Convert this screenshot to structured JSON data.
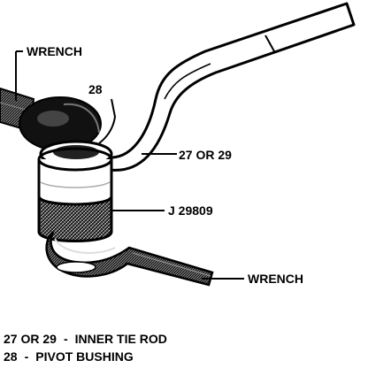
{
  "diagram": {
    "callouts": {
      "wrench_top": "WRENCH",
      "pivot_bushing": "28",
      "tie_rod": "27 OR 29",
      "tool": "J 29809",
      "wrench_bottom": "WRENCH"
    }
  },
  "legend": [
    {
      "key": "27 OR 29",
      "separator": "-",
      "description": "INNER TIE ROD"
    },
    {
      "key": "28",
      "separator": "-",
      "description": "PIVOT BUSHING"
    }
  ],
  "colors": {
    "ink": "#000000",
    "paper": "#ffffff",
    "shade": "#555555"
  }
}
